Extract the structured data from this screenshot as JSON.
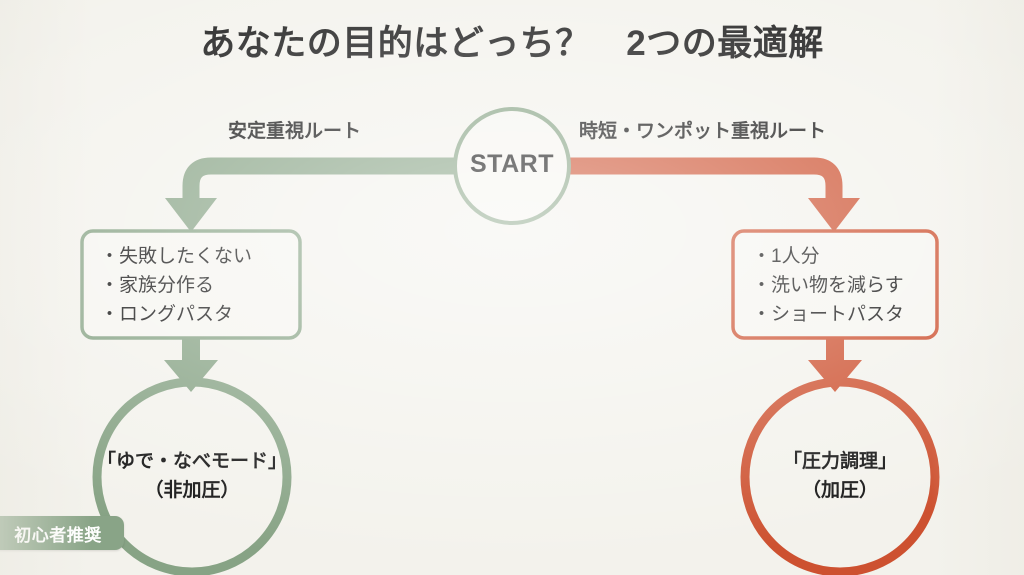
{
  "page": {
    "title": "あなたの目的はどっち？　2つの最適解",
    "background_color": "#f3f2ec",
    "text_color": "#141414"
  },
  "colors": {
    "green": "#87a385",
    "green_dark": "#7d9a7b",
    "red": "#cd5130",
    "red_dark": "#c24c2c",
    "badge_green": "#89a487",
    "badge_text": "#ffffff"
  },
  "start_node": {
    "label": "START",
    "shape": "circle",
    "stroke_color": "#87a385"
  },
  "branches": [
    {
      "id": "left",
      "route_label": "安定重視ルート",
      "color": "#87a385",
      "criteria": [
        "・失敗したくない",
        "・家族分作る",
        "・ロングパスタ"
      ],
      "result": {
        "line1": "「ゆで・なべモード」",
        "line2": "（非加圧）"
      },
      "badge": "初心者推奨"
    },
    {
      "id": "right",
      "route_label": "時短・ワンポット重視ルート",
      "color": "#cd5130",
      "criteria": [
        "・1人分",
        "・洗い物を減らす",
        "・ショートパスタ"
      ],
      "result": {
        "line1": "「圧力調理」",
        "line2": "（加圧）"
      },
      "badge": null
    }
  ],
  "chart_data": {
    "type": "diagram",
    "title": "あなたの目的はどっち？　2つの最適解",
    "diagram_kind": "flowchart",
    "nodes": [
      {
        "id": "start",
        "label": "START",
        "shape": "circle",
        "color": "#87a385"
      },
      {
        "id": "criteria-left",
        "label": "・失敗したくない / ・家族分作る / ・ロングパスタ",
        "shape": "rounded-rect",
        "color": "#87a385"
      },
      {
        "id": "criteria-right",
        "label": "・1人分 / ・洗い物を減らす / ・ショートパスタ",
        "shape": "rounded-rect",
        "color": "#cd5130"
      },
      {
        "id": "result-left",
        "label": "「ゆで・なべモード」（非加圧）",
        "shape": "circle",
        "color": "#87a385"
      },
      {
        "id": "result-right",
        "label": "「圧力調理」（加圧）",
        "shape": "circle",
        "color": "#cd5130"
      }
    ],
    "edges": [
      {
        "from": "start",
        "to": "criteria-left",
        "label": "安定重視ルート",
        "color": "#87a385"
      },
      {
        "from": "start",
        "to": "criteria-right",
        "label": "時短・ワンポット重視ルート",
        "color": "#cd5130"
      },
      {
        "from": "criteria-left",
        "to": "result-left",
        "label": "",
        "color": "#87a385"
      },
      {
        "from": "criteria-right",
        "to": "result-right",
        "label": "",
        "color": "#cd5130"
      }
    ],
    "annotations": [
      {
        "target": "result-left",
        "text": "初心者推奨",
        "style": "badge",
        "color": "#89a487"
      }
    ]
  }
}
